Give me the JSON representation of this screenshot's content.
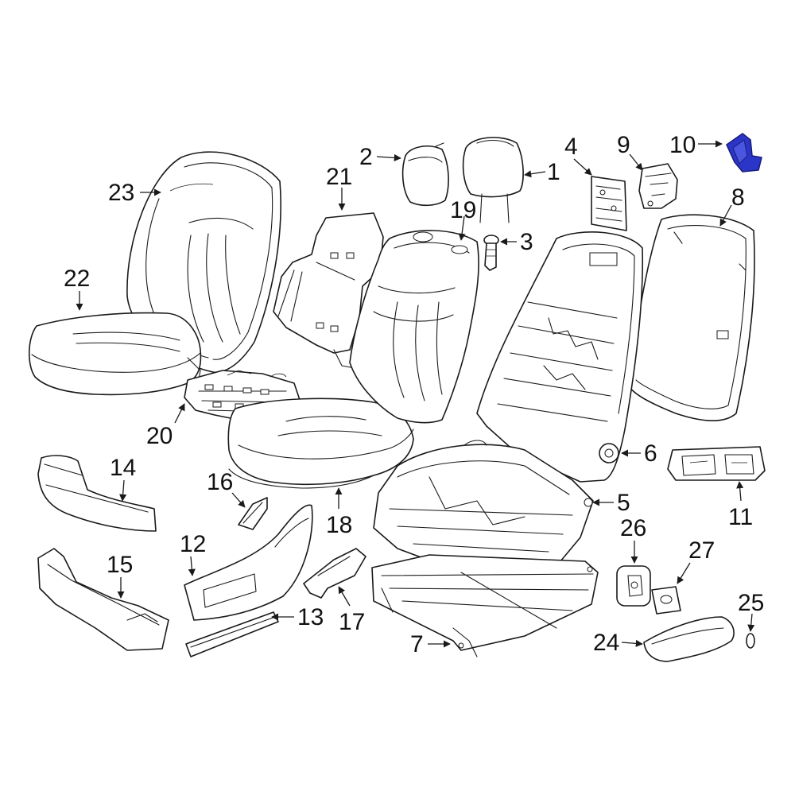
{
  "colors": {
    "outline": "#1a1a1a",
    "highlight": "#2b35c8",
    "highlight_stroke": "#1b1f7a",
    "background": "#ffffff"
  },
  "highlighted_part": "10",
  "callouts": {
    "p1": "1",
    "p2": "2",
    "p3": "3",
    "p4": "4",
    "p5": "5",
    "p6": "6",
    "p7": "7",
    "p8": "8",
    "p9": "9",
    "p10": "10",
    "p11": "11",
    "p12": "12",
    "p13": "13",
    "p14": "14",
    "p15": "15",
    "p16": "16",
    "p17": "17",
    "p18": "18",
    "p19": "19",
    "p20": "20",
    "p21": "21",
    "p22": "22",
    "p23": "23",
    "p24": "24",
    "p25": "25",
    "p26": "26",
    "p27": "27"
  }
}
